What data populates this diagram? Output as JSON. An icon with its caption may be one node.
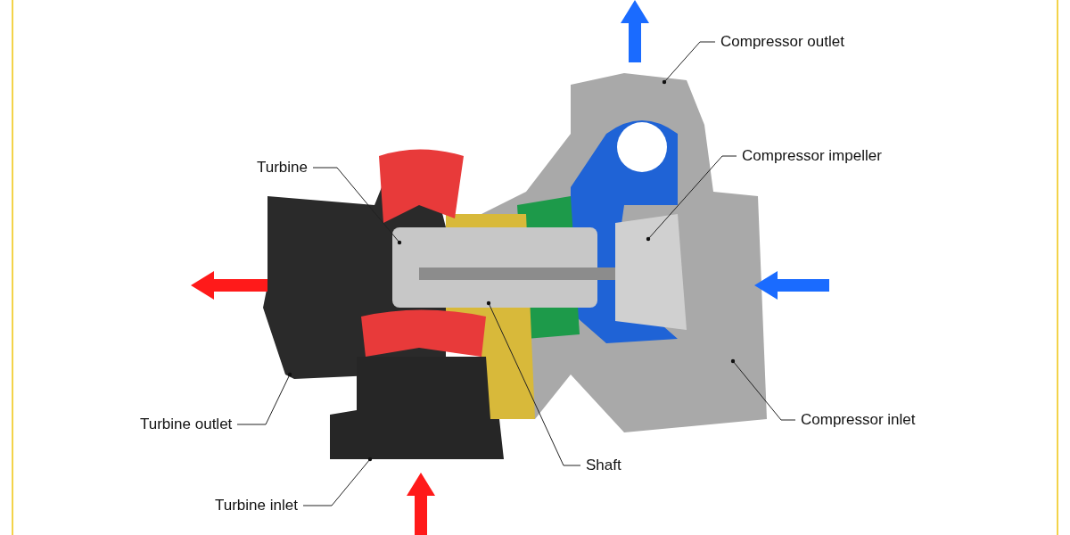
{
  "diagram": {
    "nodes": [
      {
        "text": [
          "Compressor outlet"
        ]
      },
      {
        "text": [
          "Compressor impeller"
        ]
      },
      {
        "text": [
          "Turbine"
        ]
      },
      {
        "text": [
          "Compressor inlet"
        ]
      },
      {
        "text": [
          "Turbine outlet"
        ]
      },
      {
        "text": [
          "Shaft"
        ]
      },
      {
        "text": [
          "Turbine inlet"
        ]
      }
    ],
    "edges": [
      {
        "from": 0,
        "to": null,
        "arrow": "other"
      },
      {
        "from": 1,
        "to": null,
        "arrow": "other"
      },
      {
        "from": 2,
        "to": null,
        "arrow": "other"
      },
      {
        "from": 3,
        "to": null,
        "arrow": "other"
      },
      {
        "from": 4,
        "to": null,
        "arrow": "other"
      },
      {
        "from": 5,
        "to": null,
        "arrow": "other"
      },
      {
        "from": 6,
        "to": null,
        "arrow": "other"
      }
    ]
  }
}
